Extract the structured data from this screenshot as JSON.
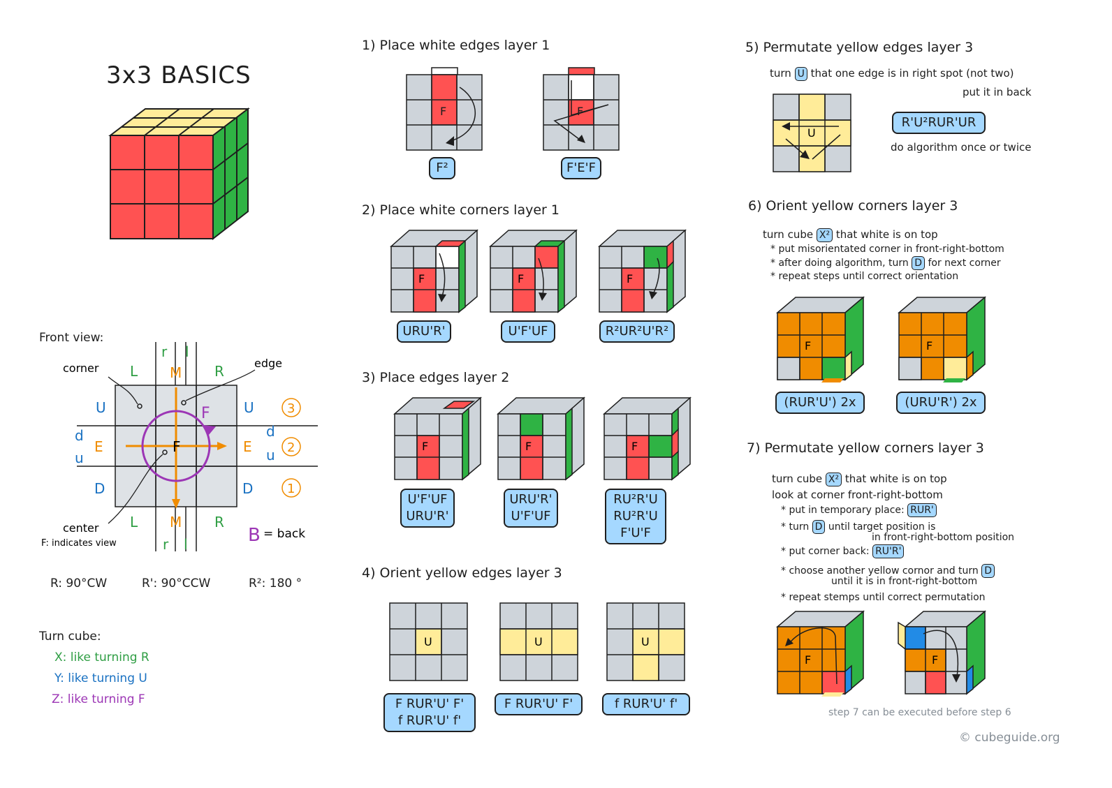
{
  "title": "3x3 BASICS",
  "front_view": {
    "heading": "Front view:",
    "labels": {
      "corner": "corner",
      "edge": "edge",
      "center": "center",
      "center_note": "F: indicates view",
      "L": "L",
      "M": "M",
      "R": "R",
      "r": "r",
      "l": "l",
      "U": "U",
      "E": "E",
      "D": "D",
      "d": "d",
      "u": "u",
      "F": "F",
      "B": "B",
      "back": "= back",
      "n3": "3",
      "n2": "2",
      "n1": "1"
    },
    "rotations": [
      "R: 90°CW",
      "R': 90°CCW",
      "R²: 180 °"
    ]
  },
  "turn_cube": {
    "heading": "Turn cube:",
    "items": [
      {
        "text": "X: like turning R",
        "color": "#2f9e44"
      },
      {
        "text": "Y: like turning U",
        "color": "#1971c2"
      },
      {
        "text": "Z: like turning F",
        "color": "#9c36b5"
      }
    ]
  },
  "step1": {
    "heading": "1) Place white edges layer 1",
    "algos": [
      "F²",
      "F'E'F"
    ]
  },
  "step2": {
    "heading": "2) Place white corners layer 1",
    "algos": [
      "URU'R'",
      "U'F'UF",
      "R²UR²U'R²"
    ]
  },
  "step3": {
    "heading": "3) Place edges layer 2",
    "algos": [
      "U'F'UF\nURU'R'",
      "URU'R'\nU'F'UF",
      "RU²R'U\nRU²R'U\nF'U'F"
    ]
  },
  "step4": {
    "heading": "4) Orient yellow edges layer 3",
    "algos": [
      "F RUR'U' F'\nf RUR'U' f'",
      "F RUR'U' F'",
      "f RUR'U' f'"
    ]
  },
  "step5": {
    "heading": "5) Permutate yellow edges layer 3",
    "line1a": "turn",
    "line1_key": "U",
    "line1b": "that one edge is in right spot (not two)",
    "line2": "put it in back",
    "algo": "R'U²RUR'UR",
    "note": "do algorithm once or twice"
  },
  "step6": {
    "heading": "6) Orient yellow corners layer 3",
    "line1a": "turn cube",
    "line1_key": "X²",
    "line1b": "that white is on top",
    "b1": "* put misorientated corner in front-right-bottom",
    "b2a": "* after doing algorithm, turn",
    "b2_key": "D",
    "b2b": "for next corner",
    "b3": "* repeat steps until correct orientation",
    "algos": [
      "(RUR'U') 2x",
      "(URU'R') 2x"
    ]
  },
  "step7": {
    "heading": "7) Permutate yellow corners layer 3",
    "line1a": "turn cube",
    "line1_key": "X²",
    "line1b": "that white is on top",
    "line2": "look at corner front-right-bottom",
    "b1a": "* put in temporary place:",
    "b1_key": "RUR'",
    "b2a": "* turn",
    "b2_key": "D",
    "b2b": "until target position is",
    "b2c": "in front-right-bottom position",
    "b3a": "* put corner back:",
    "b3_key": "RU'R'",
    "b4a": "* choose another yellow cornor and turn",
    "b4_key": "D",
    "b4b": "until it is in front-right-bottom",
    "b5": "* repeat stemps until correct permutation",
    "note": "step 7 can be executed before step 6"
  },
  "footer": "© cubeguide.org",
  "colors": {
    "red": "#ff5252",
    "green": "#2fb344",
    "yellow": "#ffec99",
    "orange": "#f08c00",
    "blue": "#228be6",
    "gray": "#ced4da",
    "lightblue": "#a5d8ff"
  }
}
